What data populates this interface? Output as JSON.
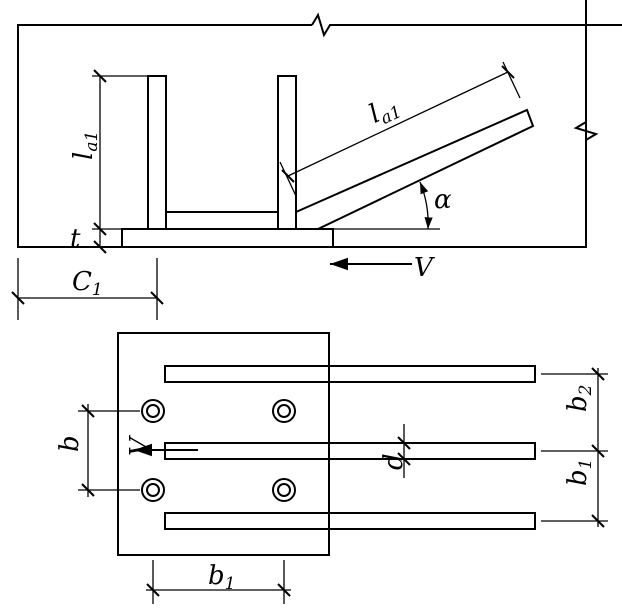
{
  "elevation": {
    "anchor_length_vertical": {
      "main": "l",
      "sub": "a1"
    },
    "anchor_length_inclined": {
      "main": "l",
      "sub": "a1"
    },
    "plate_thickness": "t",
    "edge_distance": {
      "main": "C",
      "sub": "1"
    },
    "angle": "α",
    "shear_force": "V"
  },
  "plan": {
    "spacing_b": "b",
    "spacing_b1_bottom": {
      "main": "b",
      "sub": "1"
    },
    "spacing_b1_right": {
      "main": "b",
      "sub": "1"
    },
    "spacing_b2": {
      "main": "b",
      "sub": "2"
    },
    "bar_diameter": "d",
    "shear_force": "V"
  }
}
